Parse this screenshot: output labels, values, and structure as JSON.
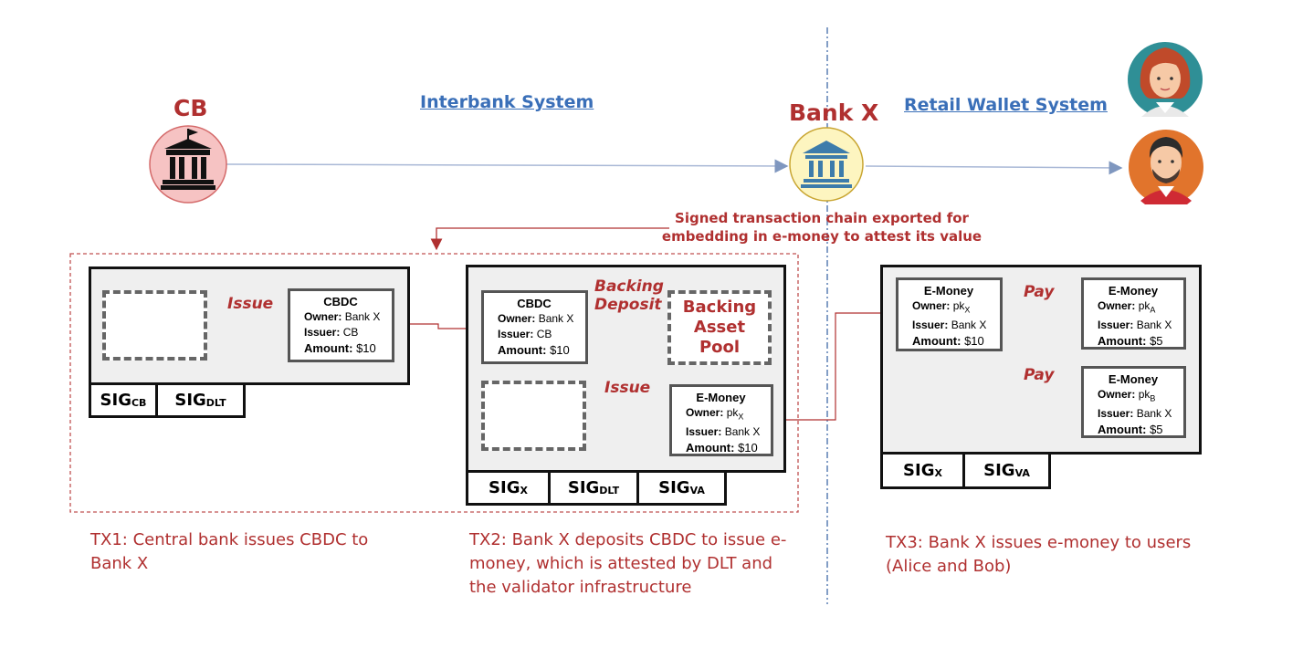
{
  "actors": {
    "cb": "CB",
    "bank": "Bank X"
  },
  "systems": {
    "interbank": "Interbank System",
    "retail": "Retail Wallet System"
  },
  "export_note": {
    "line1": "Signed transaction chain exported for",
    "line2": "embedding in e-money to attest its value"
  },
  "tx1": {
    "action": "Issue",
    "token": {
      "title": "CBDC",
      "owner_key": "Owner:",
      "owner": "Bank X",
      "issuer_key": "Issuer:",
      "issuer": "CB",
      "amount_key": "Amount:",
      "amount": "$10"
    },
    "sigs": [
      {
        "base": "SIG",
        "sub": "CB"
      },
      {
        "base": "SIG",
        "sub": "DLT"
      }
    ],
    "caption_line1": "TX1: Central bank issues CBDC to",
    "caption_line2": "Bank X"
  },
  "tx2": {
    "token": {
      "title": "CBDC",
      "owner_key": "Owner:",
      "owner": "Bank X",
      "issuer_key": "Issuer:",
      "issuer": "CB",
      "amount_key": "Amount:",
      "amount": "$10"
    },
    "backing_action_line1": "Backing",
    "backing_action_line2": "Deposit",
    "pool_line1": "Backing",
    "pool_line2": "Asset",
    "pool_line3": "Pool",
    "issue_action": "Issue",
    "emoney": {
      "title": "E-Money",
      "owner_key": "Owner:",
      "owner": "pk",
      "owner_sub": "X",
      "issuer_key": "Issuer:",
      "issuer": "Bank X",
      "amount_key": "Amount:",
      "amount": "$10"
    },
    "sigs": [
      {
        "base": "SIG",
        "sub": "X"
      },
      {
        "base": "SIG",
        "sub": "DLT"
      },
      {
        "base": "SIG",
        "sub": "VA"
      }
    ],
    "caption_line1": "TX2: Bank X deposits CBDC to issue e-",
    "caption_line2": "money, which is attested by DLT and",
    "caption_line3": "the validator infrastructure"
  },
  "tx3": {
    "input": {
      "title": "E-Money",
      "owner_key": "Owner:",
      "owner": "pk",
      "owner_sub": "X",
      "issuer_key": "Issuer:",
      "issuer": "Bank X",
      "amount_key": "Amount:",
      "amount": "$10"
    },
    "pay_a": "Pay",
    "pay_b": "Pay",
    "out_a": {
      "title": "E-Money",
      "owner_key": "Owner:",
      "owner": "pk",
      "owner_sub": "A",
      "issuer_key": "Issuer:",
      "issuer": "Bank X",
      "amount_key": "Amount:",
      "amount": "$5"
    },
    "out_b": {
      "title": "E-Money",
      "owner_key": "Owner:",
      "owner": "pk",
      "owner_sub": "B",
      "issuer_key": "Issuer:",
      "issuer": "Bank X",
      "amount_key": "Amount:",
      "amount": "$5"
    },
    "sigs": [
      {
        "base": "SIG",
        "sub": "X"
      },
      {
        "base": "SIG",
        "sub": "VA"
      }
    ],
    "caption_line1": "TX3: Bank X issues e-money to users",
    "caption_line2": "(Alice and Bob)"
  },
  "colors": {
    "accent_red": "#b03030",
    "system_blue": "#3a6fb8",
    "cb_circle": "#f6c3c3",
    "bank_circle": "#fdf5c0"
  },
  "icons": [
    "central-bank-building-icon",
    "bank-building-icon",
    "female-user-avatar-icon",
    "male-user-avatar-icon"
  ]
}
